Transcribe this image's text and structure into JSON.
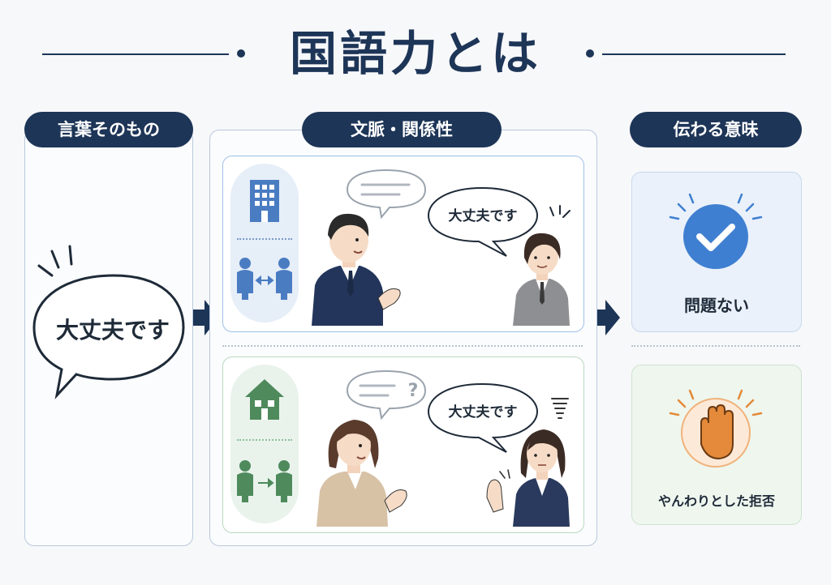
{
  "header": {
    "title": "国語力とは"
  },
  "columns": {
    "words_label": "言葉そのもの",
    "context_label": "文脈・関係性",
    "meaning_label": "伝わる意味"
  },
  "words": {
    "phrase": "大丈夫です"
  },
  "scenes": {
    "work": {
      "reply": "大丈夫です"
    },
    "home": {
      "reply": "大丈夫です",
      "question_mark": "?"
    }
  },
  "results": {
    "ok_label": "問題ない",
    "refusal_label": "やんわりとした拒否"
  },
  "colors": {
    "navy": "#1d3557",
    "work_blue": "#4a7cc2",
    "home_green": "#4f8a5c",
    "check_blue": "#3f7fd1",
    "hand_orange": "#e48a3a"
  },
  "icons": {
    "building": "office-building-icon",
    "house": "house-icon",
    "check": "checkmark-icon",
    "hand": "raised-hand-icon"
  }
}
